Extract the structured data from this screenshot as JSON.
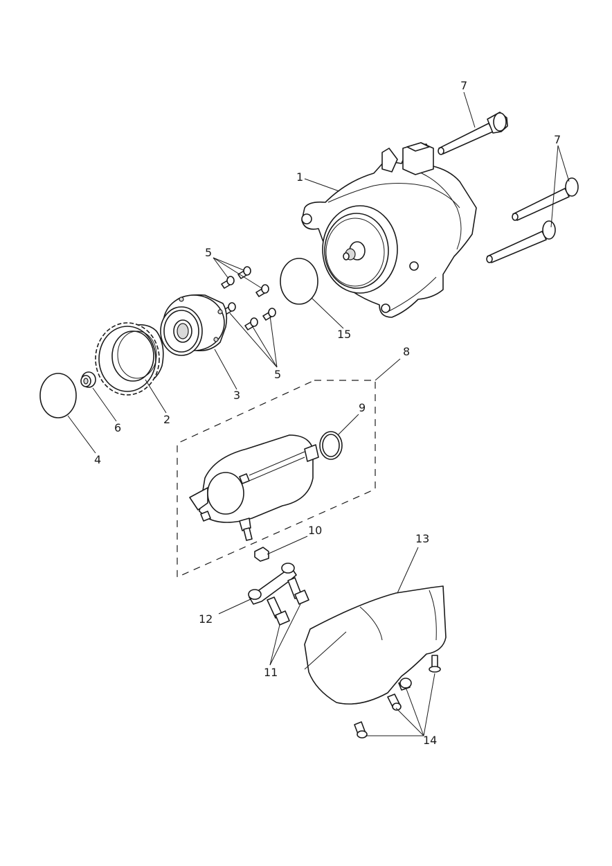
{
  "callouts": [
    {
      "id": "alternator",
      "label": "1"
    },
    {
      "id": "starter-gear",
      "label": "2"
    },
    {
      "id": "clutch-housing",
      "label": "3"
    },
    {
      "id": "cap-left",
      "label": "4"
    },
    {
      "id": "bolts-upper",
      "label": "5"
    },
    {
      "id": "bolts-lower",
      "label": "5"
    },
    {
      "id": "spacer",
      "label": "6"
    },
    {
      "id": "bolt-long-top",
      "label": "7"
    },
    {
      "id": "bolts-long-right",
      "label": "7"
    },
    {
      "id": "starter-motor-assembly",
      "label": "8"
    },
    {
      "id": "o-ring",
      "label": "9"
    },
    {
      "id": "nut",
      "label": "10"
    },
    {
      "id": "bracket-bolts",
      "label": "11"
    },
    {
      "id": "bracket",
      "label": "12"
    },
    {
      "id": "cover",
      "label": "13"
    },
    {
      "id": "cover-screws",
      "label": "14"
    },
    {
      "id": "cap-right",
      "label": "15"
    }
  ]
}
